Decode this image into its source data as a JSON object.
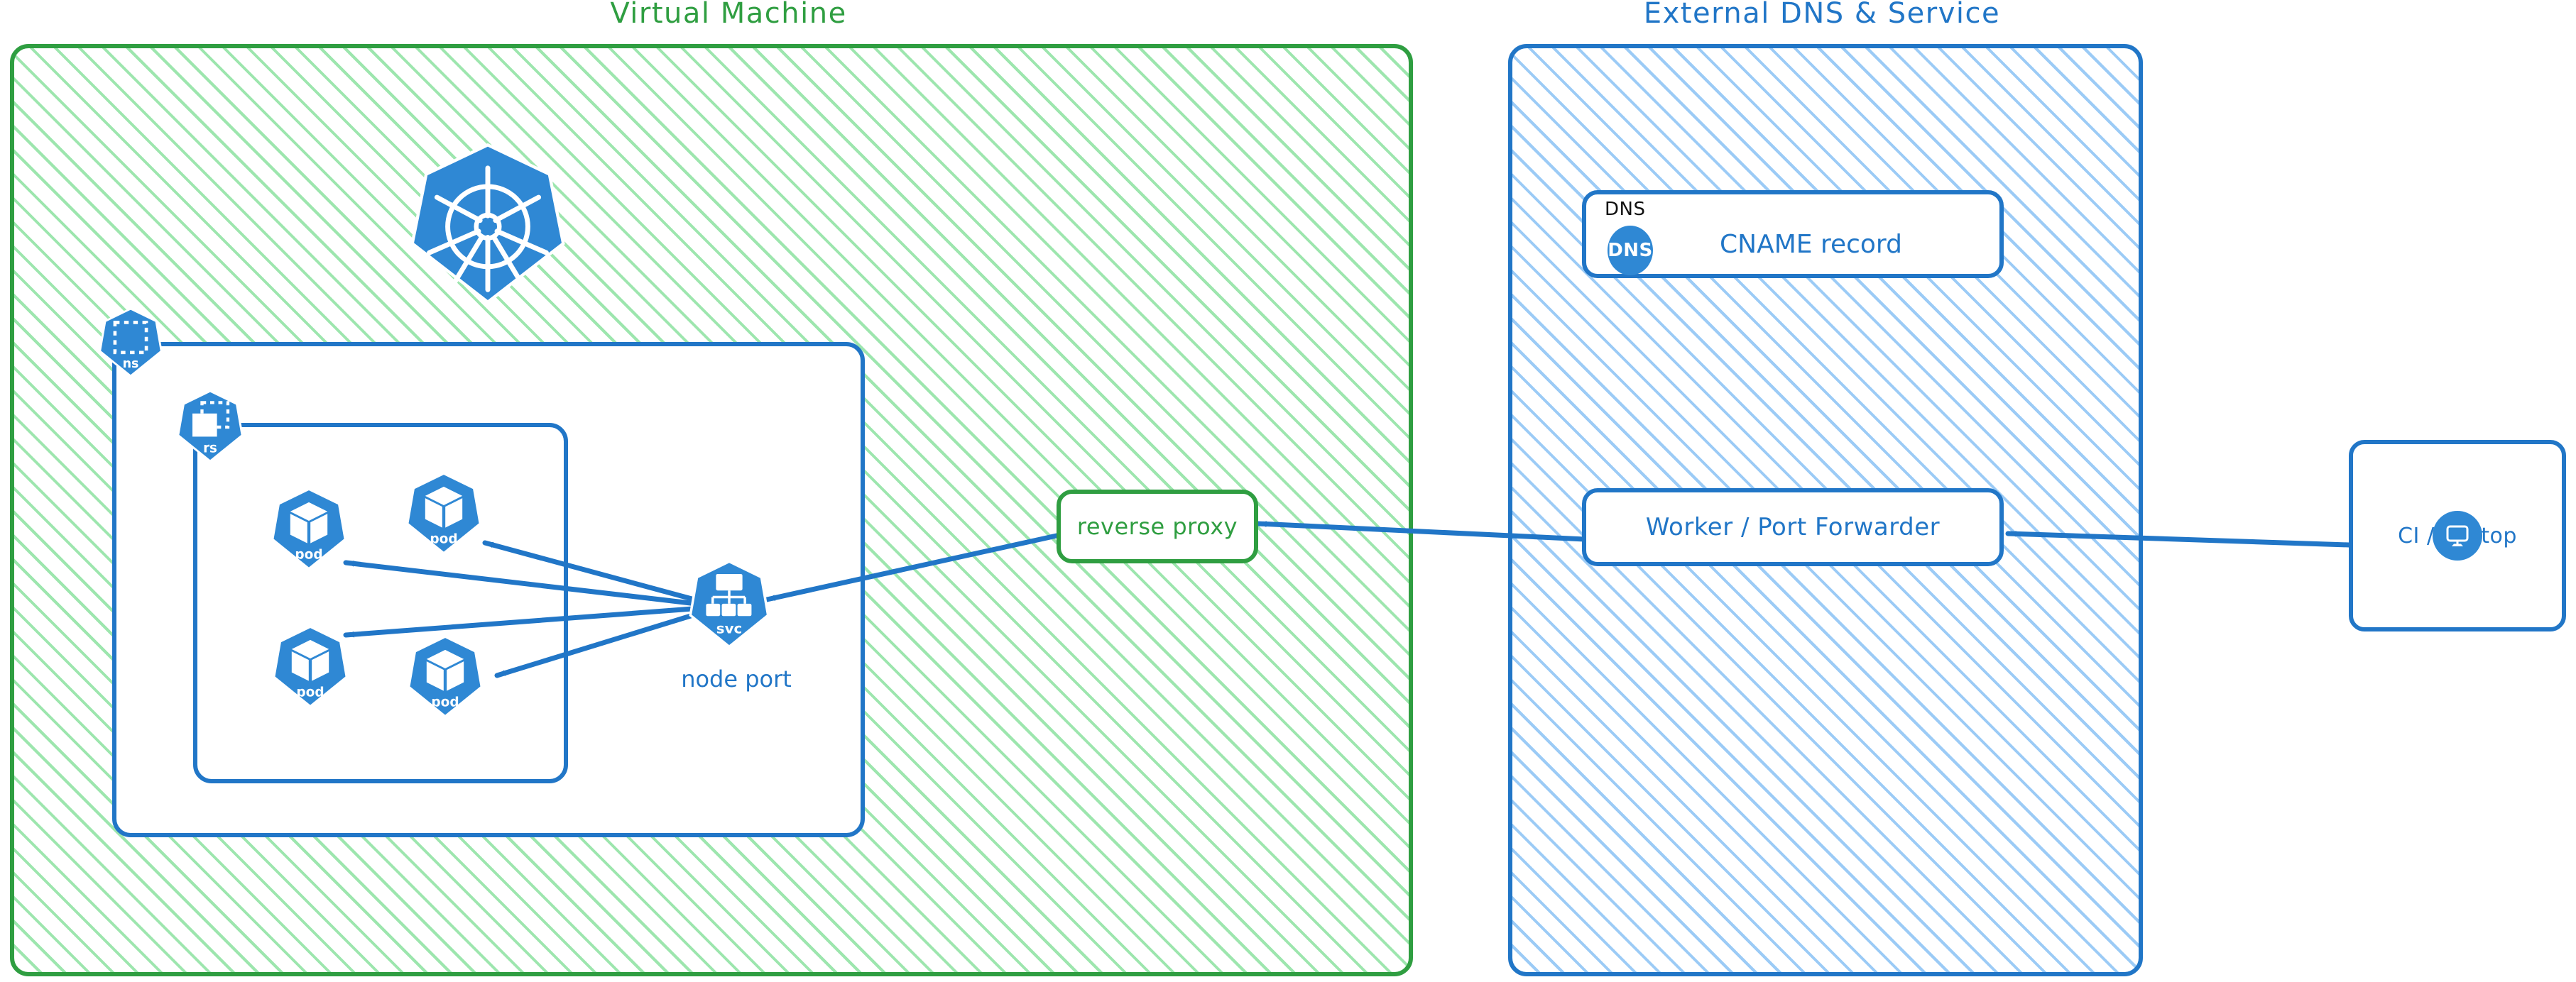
{
  "diagram": {
    "title_left": "Virtual Machine",
    "title_right": "External DNS & Service",
    "accent_green": "#2f9e41",
    "accent_blue": "#2176c7",
    "icon_blue": "#2f88d4"
  },
  "vm": {
    "title": "Virtual Machine",
    "k8s_logo_name": "kubernetes-logo",
    "namespace_badge": "ns",
    "replicaset_badge": "rs",
    "pods": [
      {
        "label": "pod"
      },
      {
        "label": "pod"
      },
      {
        "label": "pod"
      },
      {
        "label": "pod"
      }
    ],
    "service": {
      "badge": "svc",
      "caption": "node port"
    },
    "reverse_proxy": {
      "label": "reverse proxy"
    }
  },
  "external": {
    "title": "External DNS & Service",
    "dns_card": {
      "kicker": "DNS",
      "badge": "DNS",
      "label": "CNAME record"
    },
    "worker_card": {
      "label": "Worker / Port Forwarder"
    }
  },
  "client": {
    "label": "CI / Laptop",
    "icon": "monitor-icon"
  }
}
